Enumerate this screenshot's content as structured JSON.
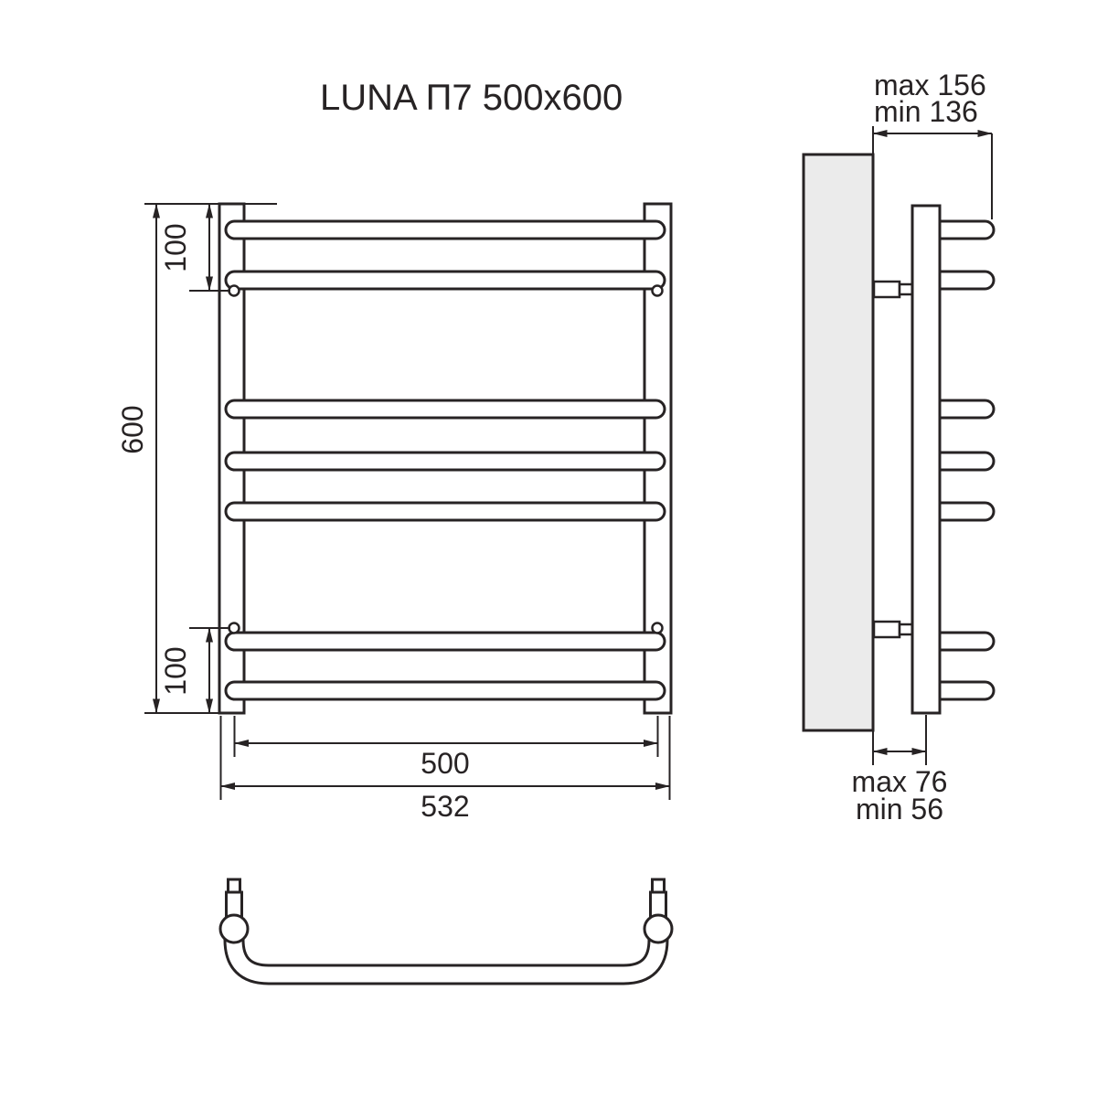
{
  "title": "LUNA П7 500x600",
  "front_view": {
    "height": "600",
    "top_spacing": "100",
    "bottom_spacing": "100",
    "rail_span": "500",
    "overall_width": "532"
  },
  "side_view": {
    "depth_max": "max 156",
    "depth_min": "min 136",
    "wall_offset_max": "max 76",
    "wall_offset_min": "min 56"
  },
  "colors": {
    "line": "#272324",
    "wall_fill": "#ebebeb",
    "background": "#ffffff"
  }
}
